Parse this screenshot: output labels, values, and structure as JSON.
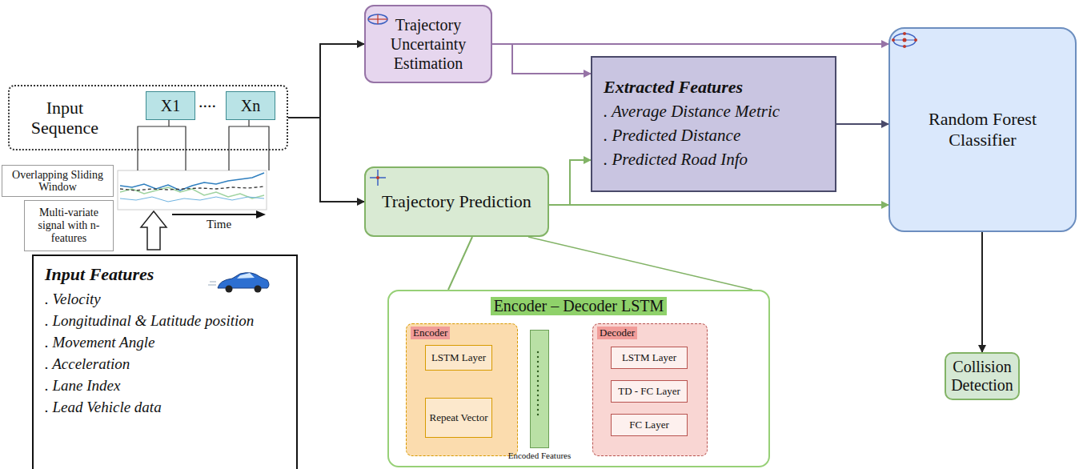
{
  "diagram": {
    "nodes": [
      {
        "text": [
          "Input Sequence"
        ]
      },
      {
        "text": [
          "X1"
        ],
        "in": 0
      },
      {
        "text": [
          "Xn"
        ],
        "in": 0
      },
      {
        "text": [
          "Overlapping Sliding Window"
        ]
      },
      {
        "text": [
          "Multi-variate signal with n-features"
        ]
      },
      {
        "text": [
          "Input Features",
          ". Velocity",
          ". Longitudinal & Latitude position",
          ". Movement Angle",
          ". Acceleration",
          ". Lane Index",
          ". Lead Vehicle data"
        ]
      },
      {
        "text": [
          "Trajectory Uncertainty Estimation"
        ]
      },
      {
        "text": [
          "Trajectory Prediction"
        ]
      },
      {
        "text": [
          "Extracted Features",
          ". Average Distance Metric",
          ". Predicted Distance",
          ". Predicted Road Info"
        ]
      },
      {
        "text": [
          "Random Forest Classifier"
        ]
      },
      {
        "text": [
          "Collision Detection"
        ]
      },
      {
        "text": [
          "Encoder – Decoder LSTM"
        ]
      },
      {
        "text": [
          "Encoder"
        ],
        "in": 11
      },
      {
        "text": [
          "LSTM Layer"
        ],
        "in": 12
      },
      {
        "text": [
          "Repeat Vector"
        ],
        "in": 12
      },
      {
        "text": [
          "Encoded Features"
        ],
        "in": 11
      },
      {
        "text": [
          "Decoder"
        ],
        "in": 11
      },
      {
        "text": [
          "LSTM Layer"
        ],
        "in": 16
      },
      {
        "text": [
          "TD - FC Layer"
        ],
        "in": 16
      },
      {
        "text": [
          "FC Layer"
        ],
        "in": 16
      }
    ],
    "edges": [
      {
        "from": 0,
        "to": 6,
        "arrow": "to"
      },
      {
        "from": 0,
        "to": 7,
        "arrow": "to"
      },
      {
        "from": 6,
        "to": 8,
        "arrow": "to"
      },
      {
        "from": 6,
        "to": 9,
        "arrow": "to"
      },
      {
        "from": 7,
        "to": 8,
        "arrow": "to"
      },
      {
        "from": 7,
        "to": 9,
        "arrow": "to"
      },
      {
        "from": 8,
        "to": 9,
        "arrow": "to"
      },
      {
        "from": 9,
        "to": 10,
        "arrow": "to"
      },
      {
        "from": 7,
        "to": 11,
        "arrow": "none"
      },
      {
        "from": 13,
        "to": 14,
        "arrow": "to"
      },
      {
        "from": 14,
        "to": 15,
        "arrow": "to"
      },
      {
        "from": 15,
        "to": 17,
        "arrow": "to"
      },
      {
        "from": 17,
        "to": 18,
        "arrow": "to"
      },
      {
        "from": 18,
        "to": 19,
        "arrow": "to"
      }
    ],
    "labels": [
      "....",
      "Time"
    ]
  }
}
